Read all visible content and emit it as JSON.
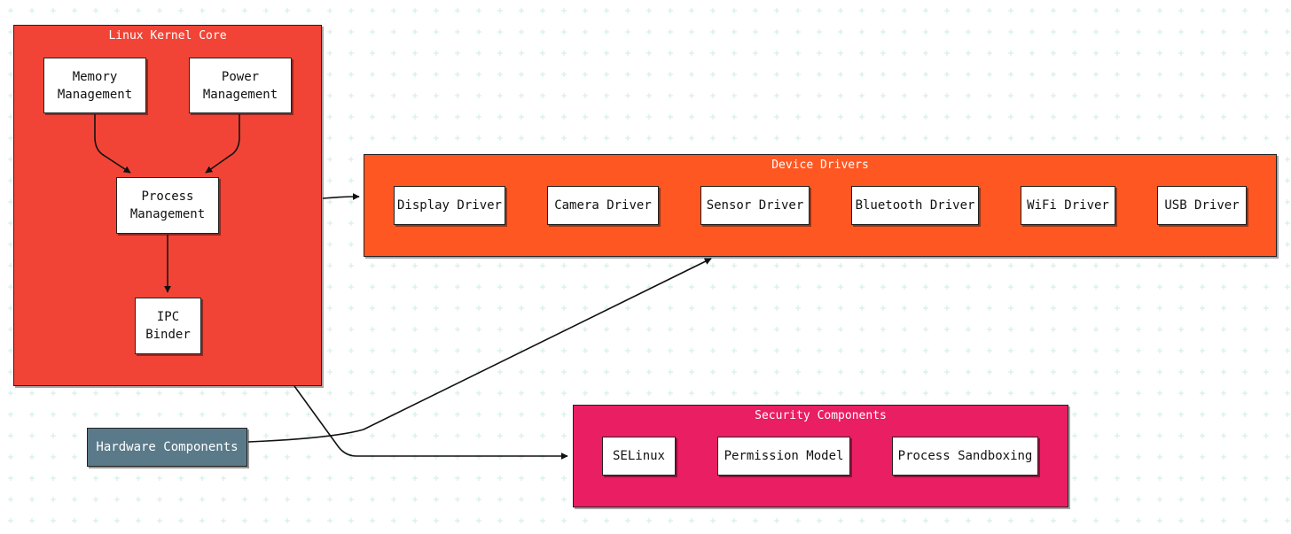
{
  "colors": {
    "kernel_core": "#f14436",
    "device_drivers": "#ff5722",
    "security": "#e91e63",
    "hardware": "#5a7a8a",
    "grid_mark": "#cdeee6"
  },
  "groups": {
    "kernel_core": {
      "title": "Linux Kernel Core"
    },
    "device_drivers": {
      "title": "Device Drivers"
    },
    "security": {
      "title": "Security Components"
    }
  },
  "nodes": {
    "memory_management": {
      "line1": "Memory",
      "line2": "Management"
    },
    "power_management": {
      "line1": "Power",
      "line2": "Management"
    },
    "process_management": {
      "line1": "Process",
      "line2": "Management"
    },
    "ipc_binder": {
      "line1": "IPC",
      "line2": "Binder"
    },
    "display_driver": {
      "label": "Display Driver"
    },
    "camera_driver": {
      "label": "Camera Driver"
    },
    "sensor_driver": {
      "label": "Sensor Driver"
    },
    "bluetooth_driver": {
      "label": "Bluetooth Driver"
    },
    "wifi_driver": {
      "label": "WiFi Driver"
    },
    "usb_driver": {
      "label": "USB Driver"
    },
    "hardware_components": {
      "label": "Hardware Components"
    },
    "selinux": {
      "label": "SELinux"
    },
    "permission_model": {
      "label": "Permission Model"
    },
    "process_sandboxing": {
      "label": "Process Sandboxing"
    }
  }
}
